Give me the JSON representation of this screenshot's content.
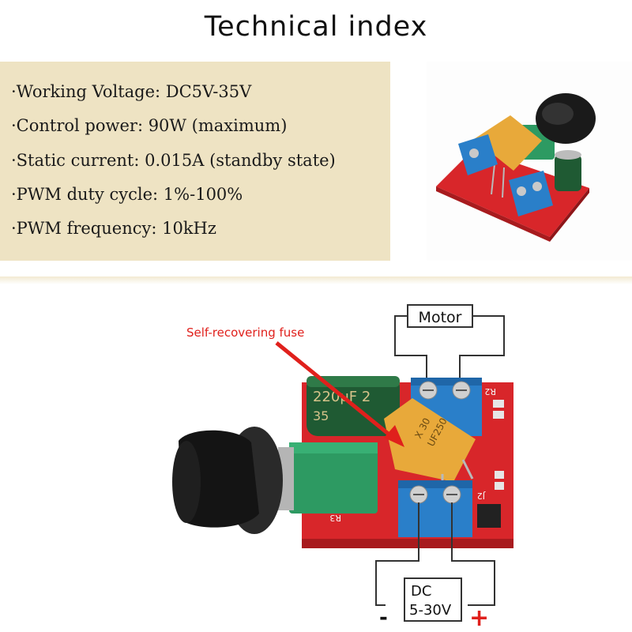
{
  "title": "Technical index",
  "specs": [
    "·Working Voltage: DC5V-35V",
    "·Control power: 90W (maximum)",
    "·Static current: 0.015A (standby state)",
    "·PWM duty cycle: 1%-100%",
    "·PWM frequency: 10kHz"
  ],
  "diagram": {
    "fuse_label": "Self-recovering fuse",
    "motor_label": "Motor",
    "dc_label": "DC",
    "voltage_label": "5-30V",
    "minus_label": "-",
    "plus_label": "+"
  },
  "board": {
    "capacitor_value": "220μF 2",
    "capacitor_voltage": "35",
    "fuse_marking_1": "X 30",
    "fuse_marking_2": "UF250",
    "r2": "R2",
    "r3": "R3",
    "j2": "J2"
  },
  "colors": {
    "panel": "#eee3c3",
    "pcb": "#d8262a",
    "terminal": "#2a7fc9",
    "fuse": "#e8a93a",
    "arrow": "#e0201c",
    "plus": "#e0201c"
  }
}
